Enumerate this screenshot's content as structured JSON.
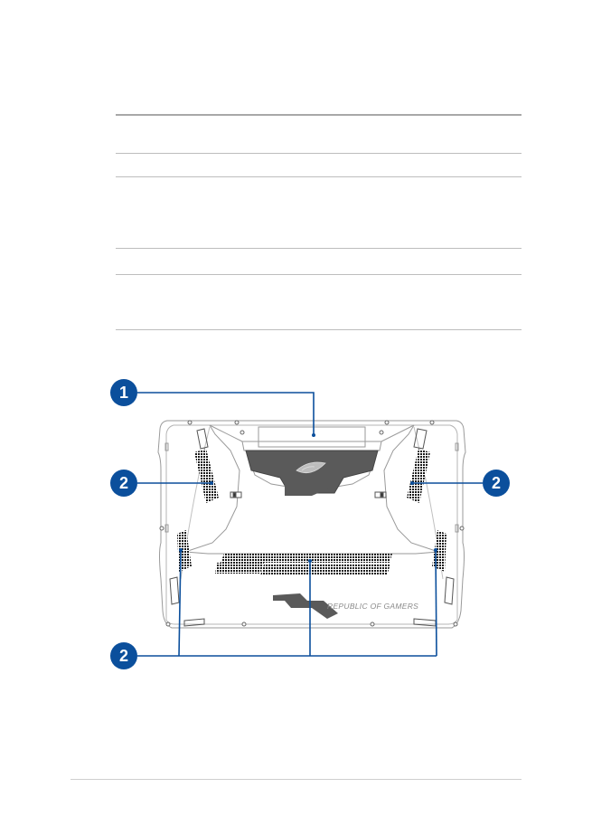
{
  "diagram": {
    "brand_text": "REPUBLIC OF GAMERS",
    "callouts": [
      {
        "id": "c1",
        "number": "1"
      },
      {
        "id": "c2-left",
        "number": "2"
      },
      {
        "id": "c2-right",
        "number": "2"
      },
      {
        "id": "c2-bottom",
        "number": "2"
      }
    ]
  },
  "colors": {
    "callout_fill": "#0b4f9c",
    "callout_line": "#0b4f9c",
    "outline": "#9a9a9a",
    "vent": "#1a1a1a"
  }
}
